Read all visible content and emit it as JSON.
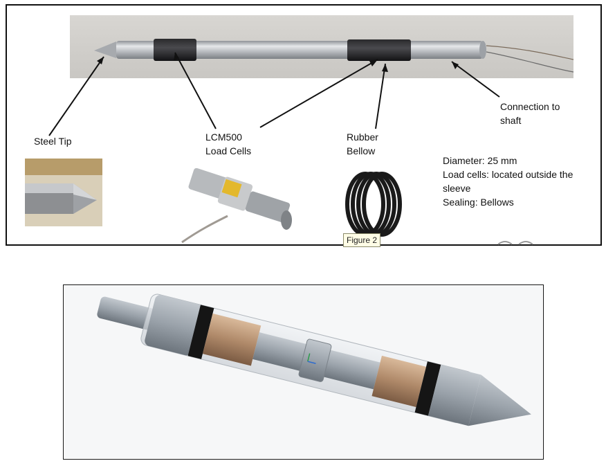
{
  "annotations": {
    "steel_tip": "Steel Tip",
    "load_cells_line1": "LCM500",
    "load_cells_line2": "Load Cells",
    "bellow_line1": "Rubber",
    "bellow_line2": "Bellow",
    "connection_line1": "Connection to",
    "connection_line2": "shaft"
  },
  "specs": {
    "diameter": "Diameter: 25 mm",
    "load_cells_1": "Load cells: located outside the",
    "load_cells_2": "sleeve",
    "sealing": "Sealing: Bellows"
  },
  "tooltip": "Figure 2",
  "colors": {
    "frame": "#111111",
    "rod": "#b9bcc0",
    "tape": "#1c1c1e",
    "load_cell_copper": "#b08a6a",
    "cad_body": "#9aa2aa"
  }
}
